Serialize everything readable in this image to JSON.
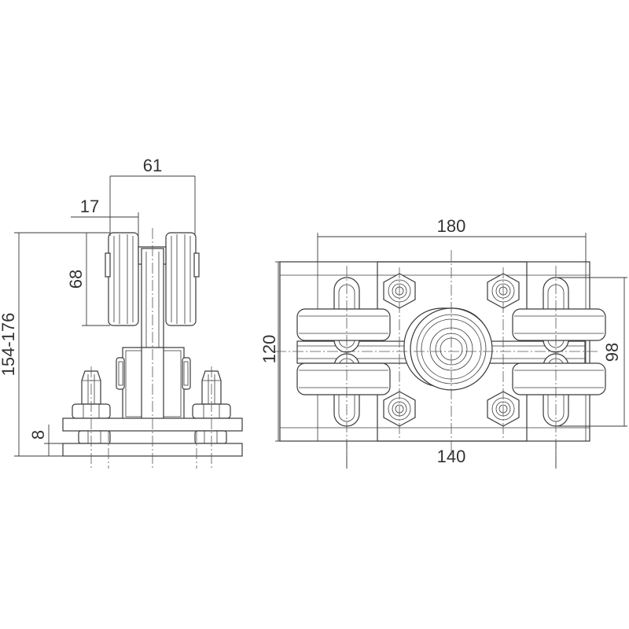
{
  "dimensions": {
    "side_width_total": "61",
    "side_wheel_offset": "17",
    "side_wheel_height": "68",
    "side_total_height": "154-176",
    "side_plate_thickness": "8",
    "plan_overall_length": "180",
    "plan_bolt_spacing": "140",
    "plan_overall_width": "120",
    "plan_wheel_span": "98"
  },
  "colors": {
    "line": "#3a3a3a",
    "background": "#ffffff"
  }
}
